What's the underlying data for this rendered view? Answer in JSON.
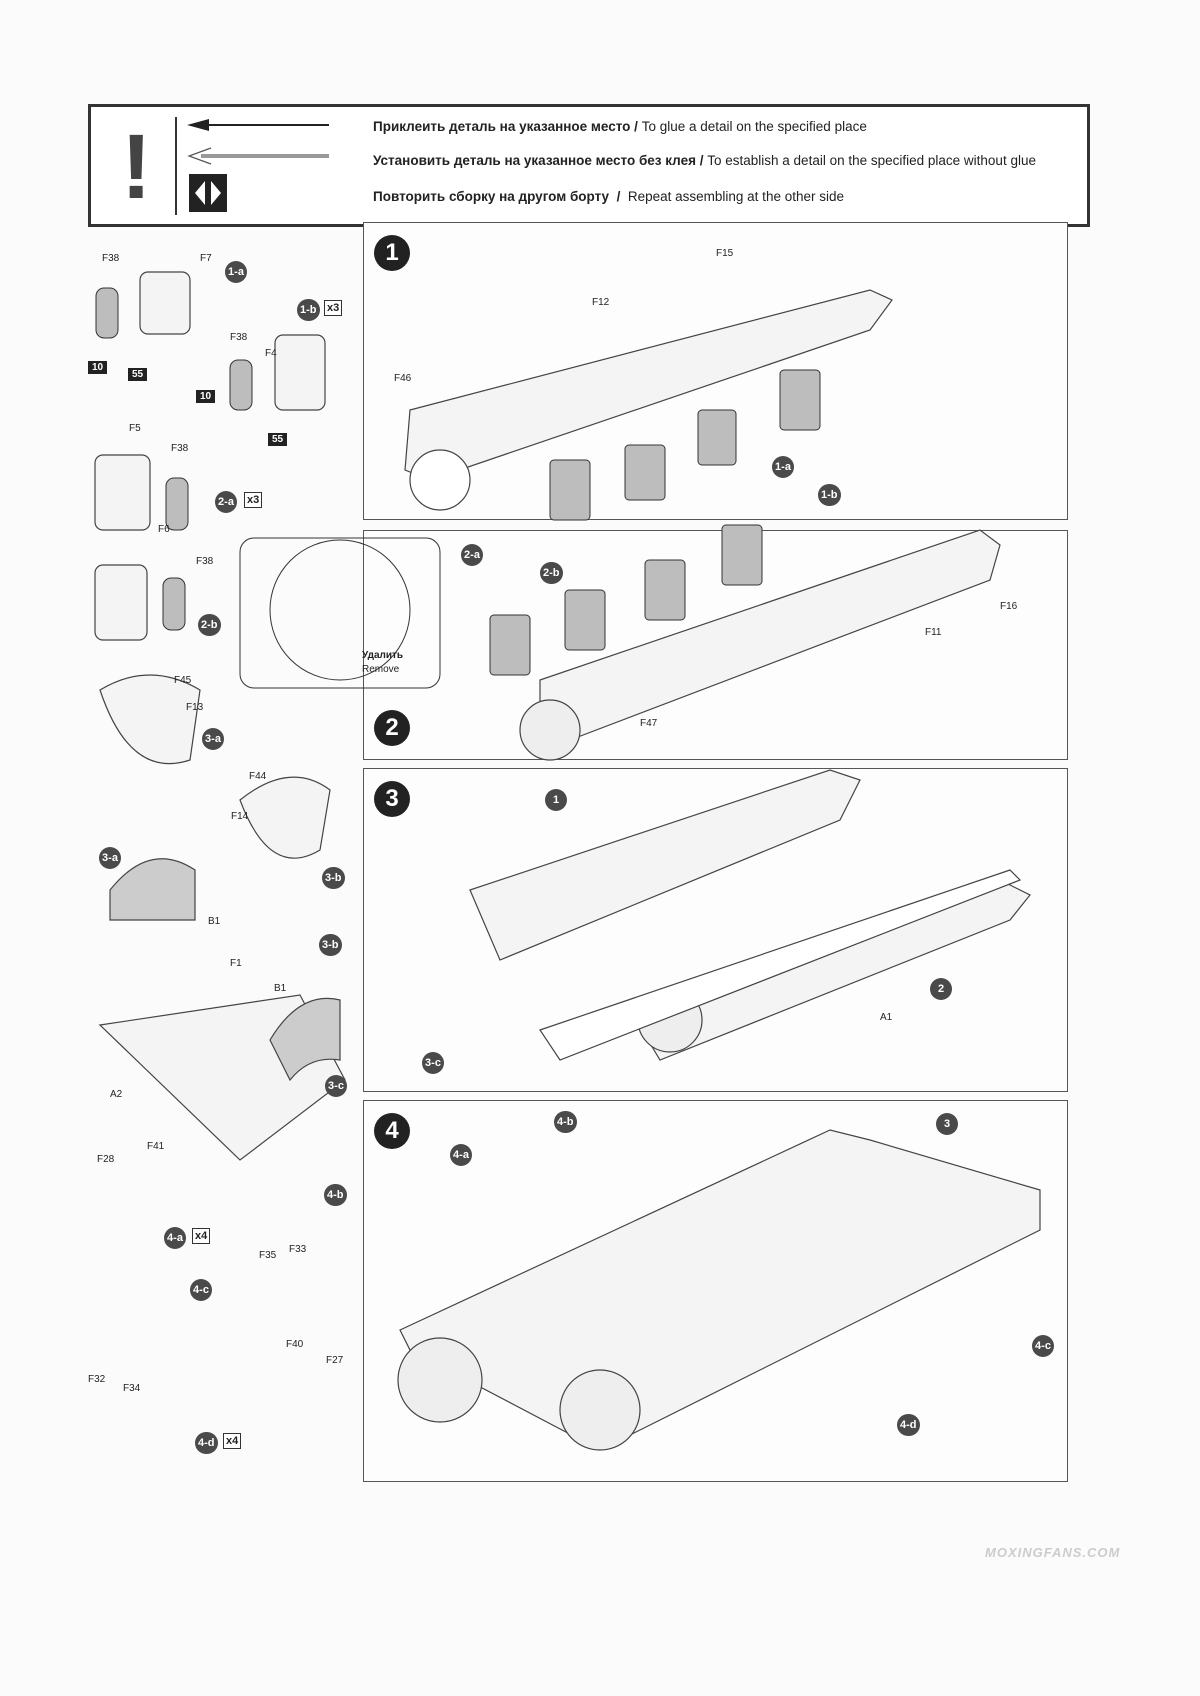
{
  "legend": {
    "items": [
      {
        "ru": "Приклеить деталь на указанное место",
        "en": "To glue a detail on the specified place"
      },
      {
        "ru": "Установить деталь на указанное место без клея",
        "en": "To establish a detail on the specified place without glue"
      },
      {
        "ru": "Повторить сборку на другом борту",
        "en": "Repeat assembling at the other side"
      }
    ],
    "separator": "/",
    "exclamation": "!"
  },
  "subassemblies": {
    "labels": [
      "F38",
      "F7",
      "F38",
      "F4",
      "F5",
      "F38",
      "F6",
      "F38",
      "F45",
      "F13",
      "F44",
      "F14",
      "B1",
      "F1",
      "B1",
      "A2",
      "F28",
      "F41",
      "F35",
      "F33",
      "F40",
      "F27",
      "F32",
      "F34"
    ],
    "badges": [
      "1-a",
      "1-b",
      "2-a",
      "2-b",
      "3-a",
      "3-b",
      "3-a",
      "3-b",
      "3-c",
      "4-b",
      "4-a",
      "4-c",
      "4-d"
    ],
    "multipliers": [
      "x3",
      "x3",
      "x4",
      "x4"
    ],
    "stars": [
      "10",
      "55",
      "10",
      "55"
    ],
    "inset": {
      "ru": "Удалить",
      "en": "Remove"
    }
  },
  "steps": [
    {
      "number": "1",
      "labels": [
        "F15",
        "F12",
        "F46"
      ],
      "badges": [
        "1-a",
        "1-b"
      ]
    },
    {
      "number": "2",
      "labels": [
        "F16",
        "F11",
        "F47"
      ],
      "badges": [
        "2-a",
        "2-b"
      ]
    },
    {
      "number": "3",
      "labels": [
        "A1"
      ],
      "badges": [
        "1",
        "2",
        "3-c"
      ]
    },
    {
      "number": "4",
      "labels": [],
      "badges": [
        "4-b",
        "3",
        "4-a",
        "4-c",
        "4-d"
      ]
    }
  ],
  "watermark": "MOXINGFANS.COM",
  "colors": {
    "ink": "#222222",
    "badge": "#4a4a4a",
    "part": "#bdbdbd"
  }
}
